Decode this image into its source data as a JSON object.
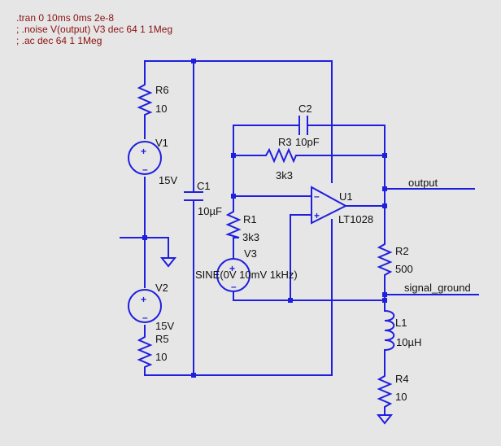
{
  "directives": [
    ".tran 0 10ms 0ms 2e-8",
    "; .noise V(output) V3 dec 64 1 1Meg",
    "; .ac dec 64 1 1Meg"
  ],
  "components": {
    "r6": {
      "name": "R6",
      "value": "10"
    },
    "v1": {
      "name": "V1",
      "value": "15V"
    },
    "c1": {
      "name": "C1",
      "value": "10µF"
    },
    "v2": {
      "name": "V2",
      "value": "15V"
    },
    "r5": {
      "name": "R5",
      "value": "10"
    },
    "c2": {
      "name": "C2",
      "value": "10pF"
    },
    "r3": {
      "name": "R3",
      "value": "3k3"
    },
    "r1": {
      "name": "R1",
      "value": "3k3"
    },
    "v3": {
      "name": "V3",
      "value": "SINE(0V 10mV 1kHz)"
    },
    "u1": {
      "name": "U1",
      "value": "LT1028"
    },
    "r2": {
      "name": "R2",
      "value": "500"
    },
    "l1": {
      "name": "L1",
      "value": "10µH"
    },
    "r4": {
      "name": "R4",
      "value": "10"
    }
  },
  "nets": {
    "output": "output",
    "signal_ground": "signal_ground"
  },
  "colors": {
    "wire": "#1f1fe0",
    "text": "#111111",
    "directive": "#8b1010",
    "background": "#e6e6e6"
  }
}
